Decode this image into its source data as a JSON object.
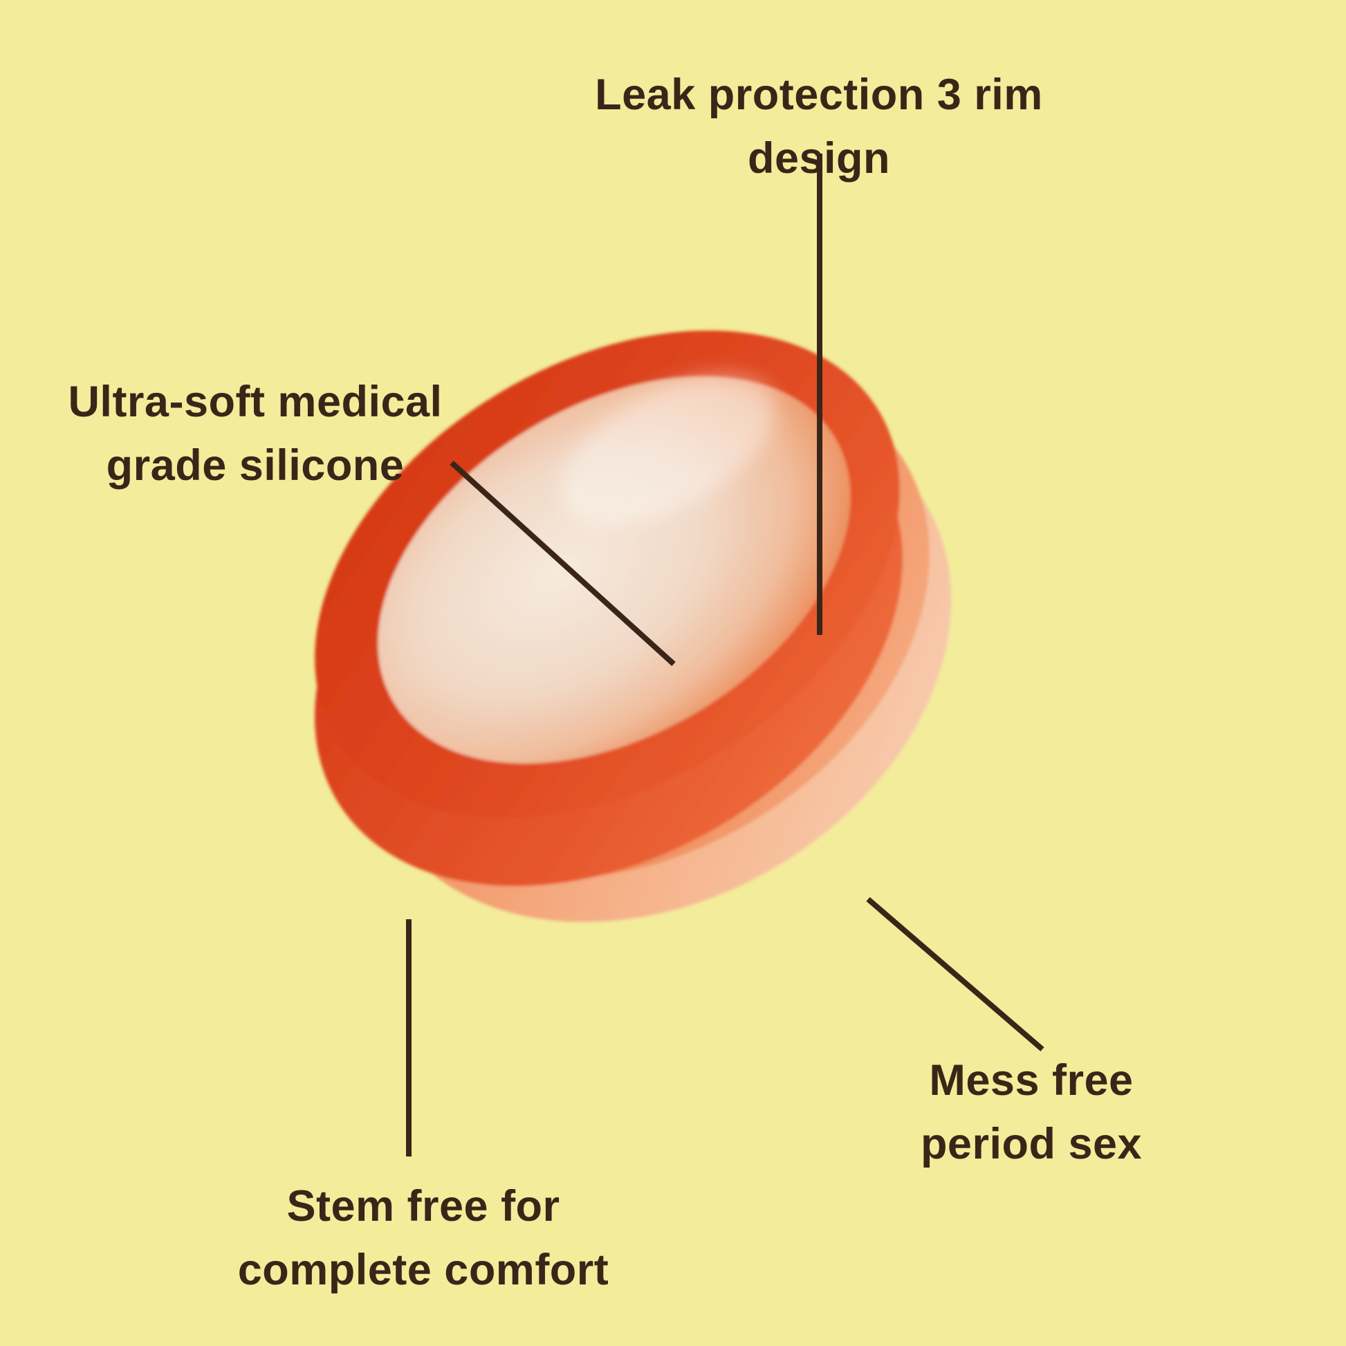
{
  "page": {
    "background_color": "#F3EC9B",
    "text_color": "#3B2518",
    "line_color": "#3B2518"
  },
  "product": {
    "name": "red silicone menstrual disc",
    "colors": {
      "rim_red": "#DC3E1B",
      "rim_highlight": "#E85A2D",
      "ridge_orange": "#EE7242",
      "body_peach": "#F6BF9F",
      "inner_bowl_light": "#F5E8DB",
      "inner_bowl_edge": "#E1491F"
    }
  },
  "annotations": {
    "leak": {
      "label": "Leak protection 3 rim design"
    },
    "silicone": {
      "label": "Ultra-soft medical\ngrade silicone"
    },
    "mess": {
      "label": "Mess free period sex"
    },
    "stem": {
      "label": "Stem free for\ncomplete comfort"
    }
  }
}
